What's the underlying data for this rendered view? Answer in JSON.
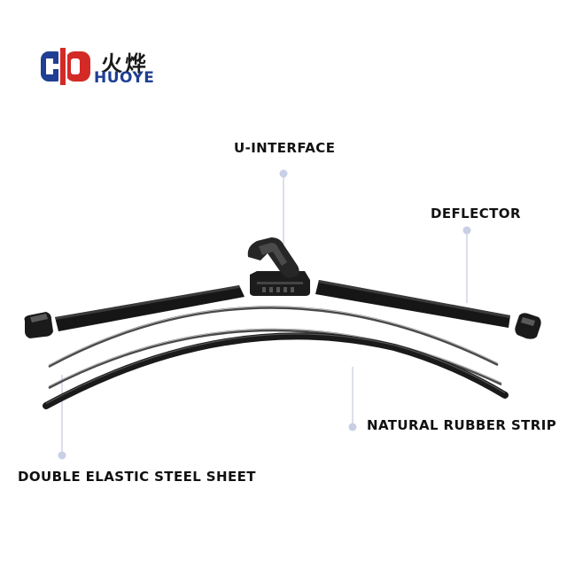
{
  "brand": {
    "chinese_name": "火烨",
    "english_name": "HUOYE",
    "colors": {
      "red": "#d42a26",
      "blue": "#1e3f93"
    }
  },
  "callouts": {
    "u_interface": "U-INTERFACE",
    "deflector": "DEFLECTOR",
    "rubber_strip": "NATURAL RUBBER STRIP",
    "steel_sheet": "DOUBLE ELASTIC STEEL SHEET"
  }
}
